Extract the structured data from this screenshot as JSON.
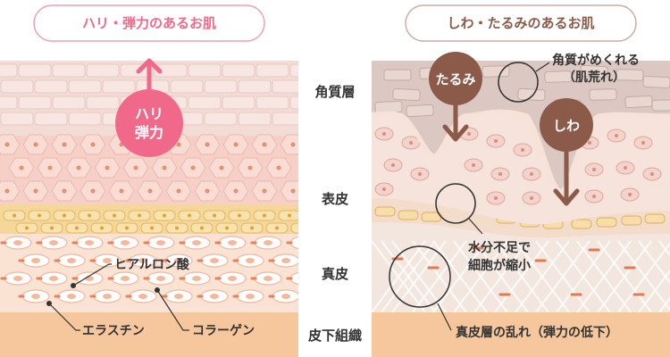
{
  "left_title": "ハリ・弾力のあるお肌",
  "right_title": "しわ・たるみのあるお肌",
  "layers": {
    "stratum_corneum": "角質層",
    "epidermis": "表皮",
    "dermis": "真皮",
    "subcutaneous": "皮下組織"
  },
  "left_callout": {
    "line1": "ハリ",
    "line2": "弾力"
  },
  "left_labels": {
    "hyaluronic_acid": "ヒアルロン酸",
    "elastin": "エラスチン",
    "collagen": "コラーゲン"
  },
  "right_callouts": {
    "sagging": "たるみ",
    "wrinkle": "しわ"
  },
  "right_labels": {
    "peeling_line1": "角質がめくれる",
    "peeling_line2": "（肌荒れ）",
    "shrink_line1": "水分不足で",
    "shrink_line2": "細胞が縮小",
    "dermis_disorder": "真皮層の乱れ（弾力の低下）"
  },
  "colors": {
    "pink_accent": "#f0698a",
    "brown_accent": "#8b5a48",
    "corneum": "#f3dcd6",
    "epidermis": "#f6cfc6",
    "basal_yellow": "#f5d79a",
    "dermis": "#fbe3d4",
    "subcutaneous": "#f6c79c"
  }
}
